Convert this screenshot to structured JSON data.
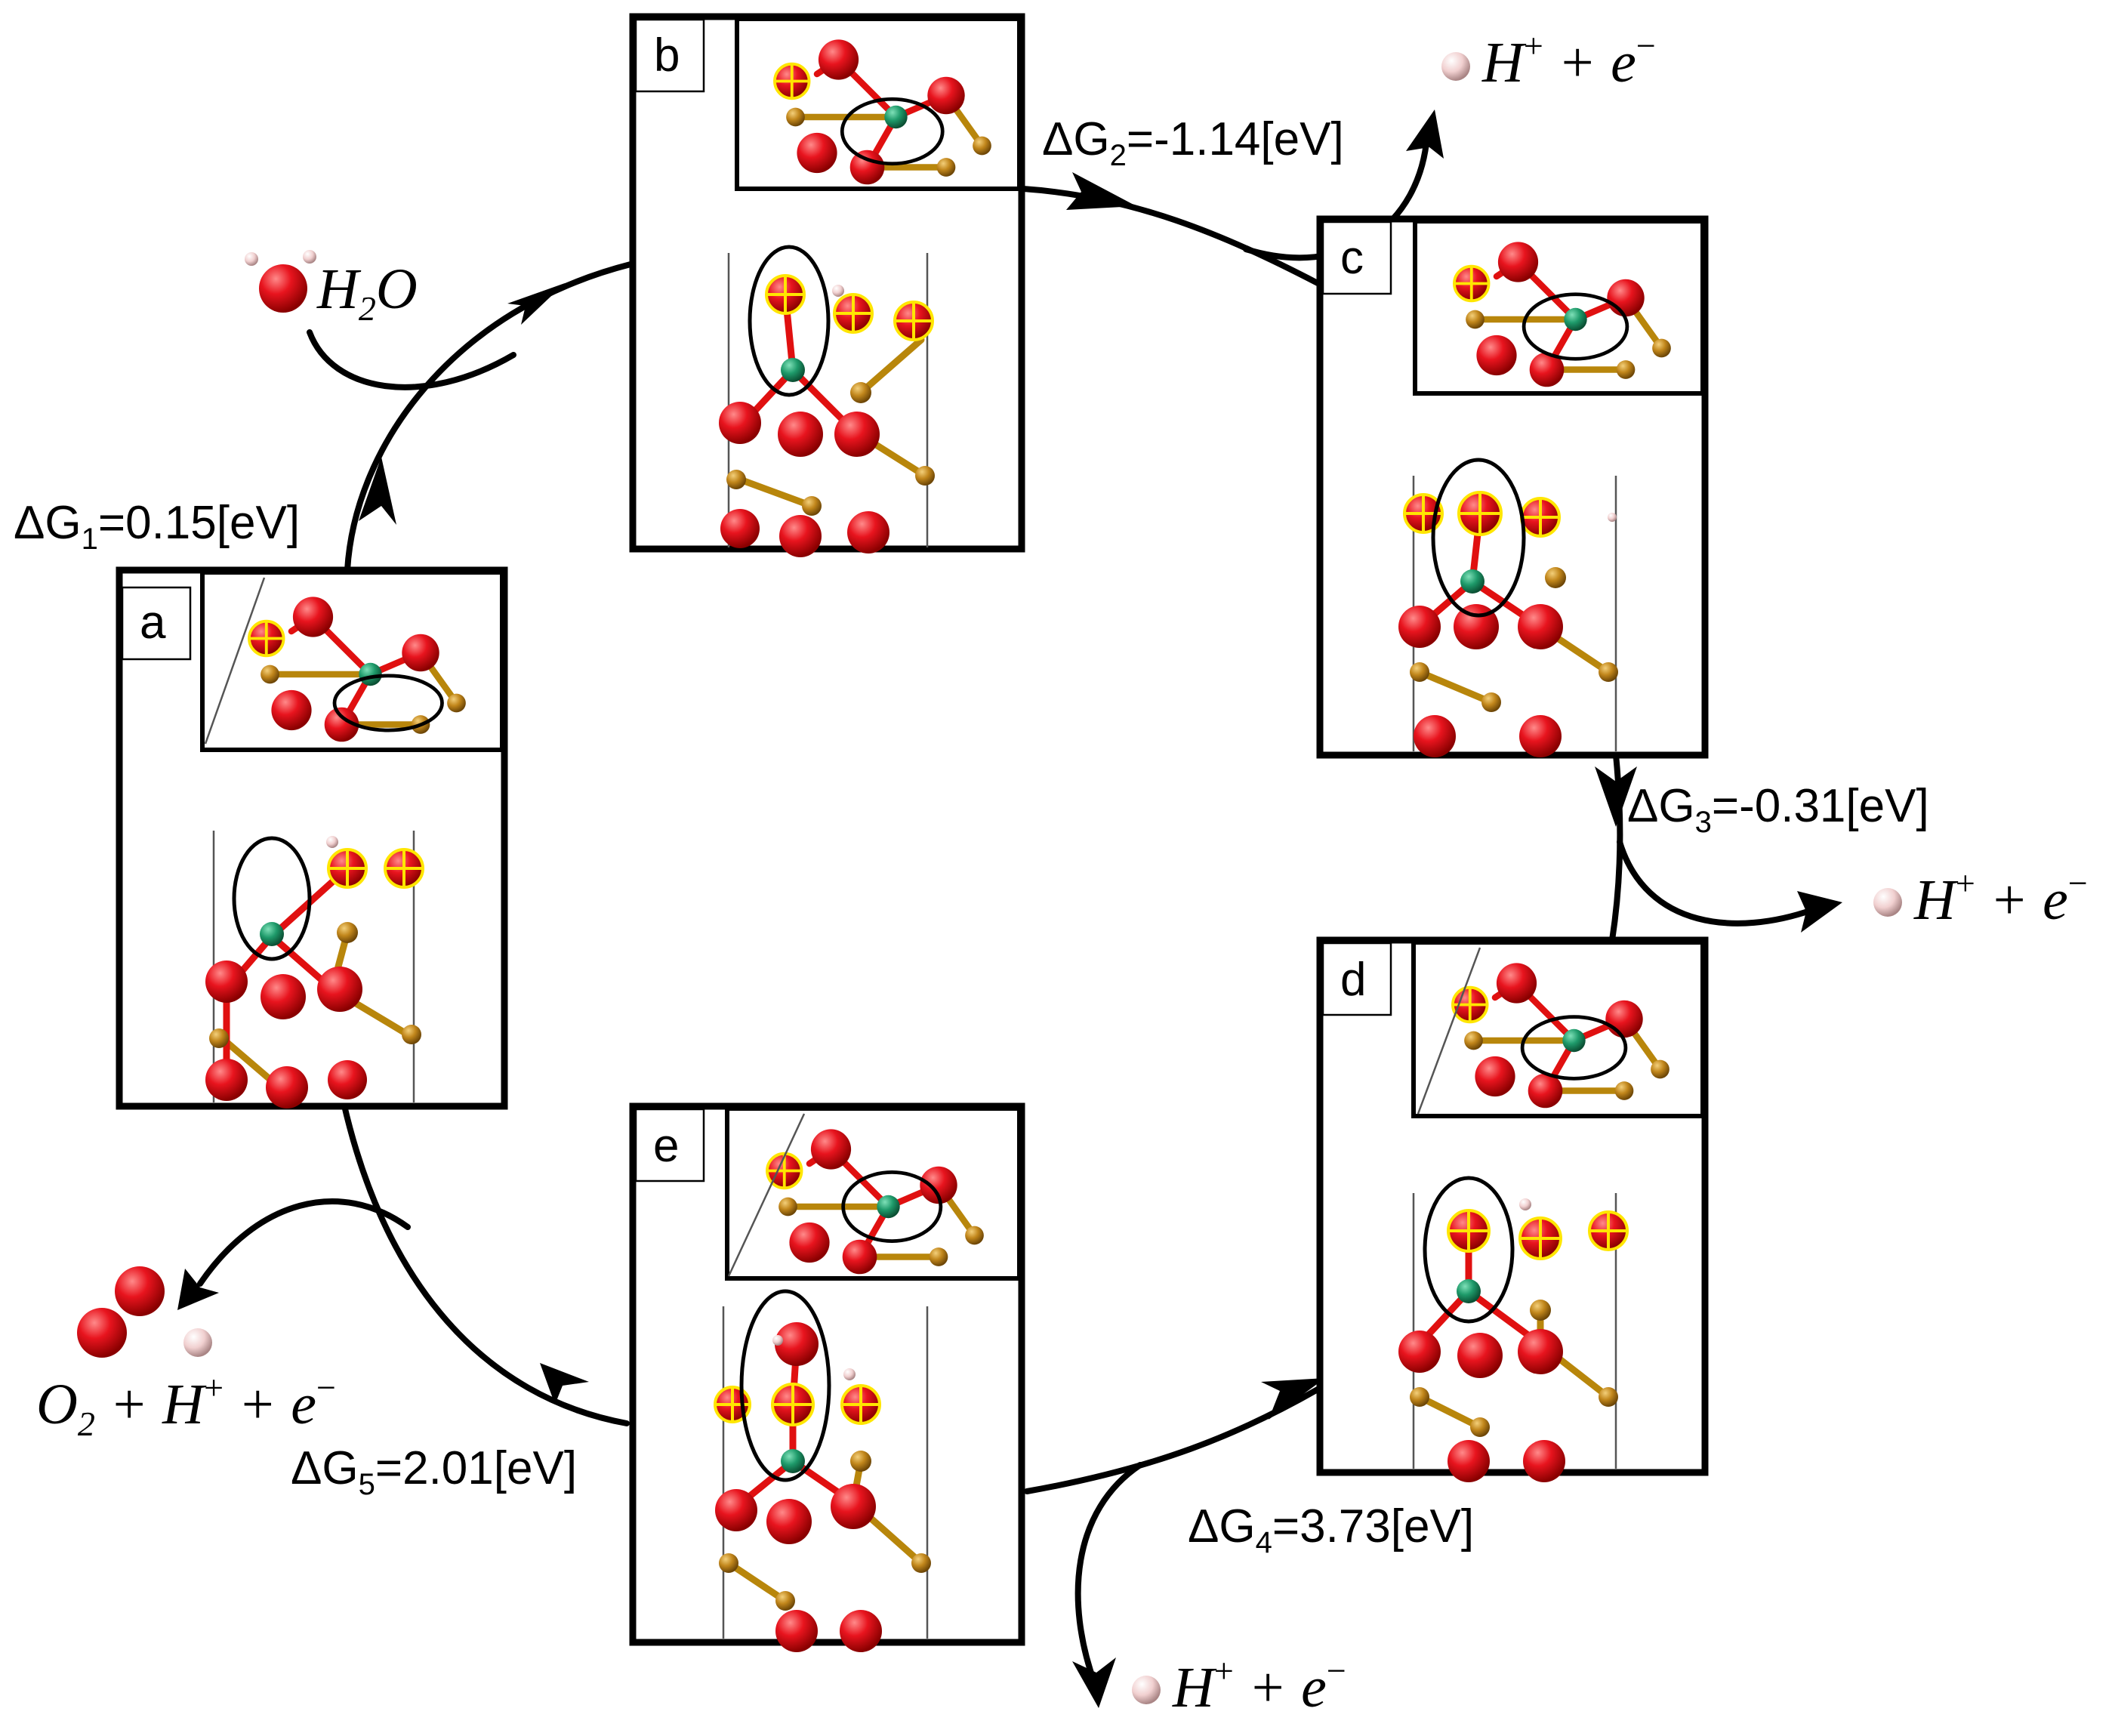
{
  "panels": [
    {
      "id": "a",
      "label": "a"
    },
    {
      "id": "b",
      "label": "b"
    },
    {
      "id": "c",
      "label": "c"
    },
    {
      "id": "d",
      "label": "d"
    },
    {
      "id": "e",
      "label": "e"
    }
  ],
  "steps": [
    {
      "symbol": "ΔG",
      "index": "1",
      "value": "=0.15[eV]"
    },
    {
      "symbol": "ΔG",
      "index": "2",
      "value": "=-1.14[eV]"
    },
    {
      "symbol": "ΔG",
      "index": "3",
      "value": "=-0.31[eV]"
    },
    {
      "symbol": "ΔG",
      "index": "4",
      "value": "=3.73[eV]"
    },
    {
      "symbol": "ΔG",
      "index": "5",
      "value": "=2.01[eV]"
    }
  ],
  "species": {
    "water": {
      "main": "H",
      "sub": "2",
      "tail": "O"
    },
    "proton_electron": {
      "h": "H",
      "plus": "+",
      "mid": " + e",
      "minus": "−"
    },
    "oxygen_release": {
      "o": "O",
      "sub": "2",
      "mid": " + H",
      "plus": "+",
      "tail": " + e",
      "minus": "−"
    }
  },
  "colors": {
    "oxygen": "#e8141e",
    "metal_site": "#1e9a6a",
    "cation": "#c1861b",
    "hydrogen": "#f1d0d0",
    "adsorbate_marker": "#ffe600"
  }
}
